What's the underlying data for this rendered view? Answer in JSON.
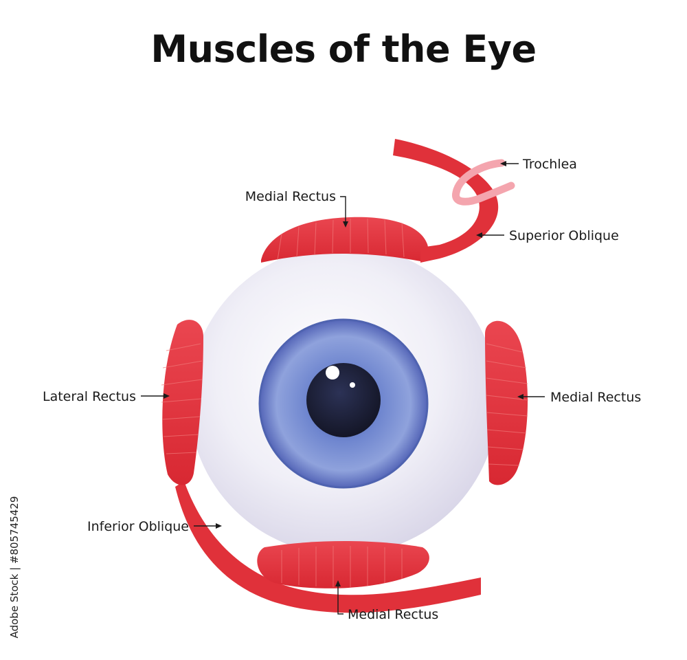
{
  "title": "Muscles of the Eye",
  "labels": {
    "trochlea": "Trochlea",
    "top_rectus": "Medial Rectus",
    "superior_oblique": "Superior Oblique",
    "lateral_rectus": "Lateral Rectus",
    "right_rectus": "Medial Rectus",
    "inferior_oblique": "Inferior Oblique",
    "bottom_rectus": "Medial Rectus"
  },
  "watermark": "Adobe Stock | #805745429",
  "colors": {
    "muscle": "#e0313a",
    "muscle_light": "#f07a7a",
    "trochlea": "#f4a5ae",
    "sclera": "#e7e5f1",
    "iris": "#5e78c4",
    "pupil": "#1b1e35",
    "text": "#1a1a1a"
  }
}
